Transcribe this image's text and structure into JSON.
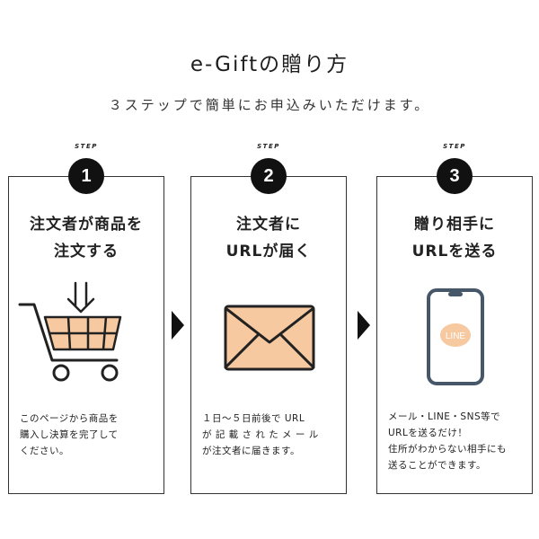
{
  "header": {
    "title": "e-Giftの贈り方",
    "subtitle": "３ステップで簡単にお申込みいただけます。"
  },
  "steps": [
    {
      "step_word": "STEP",
      "number": "1",
      "heading": [
        "注文者が商品を",
        "注文する"
      ],
      "description": [
        "このページから商品を",
        "購入し決算を完了して",
        "ください。"
      ],
      "icon": "shopping-cart-icon"
    },
    {
      "step_word": "STEP",
      "number": "2",
      "heading": [
        "注文者に",
        "URLが届く"
      ],
      "description": [
        "１日～５日前後で URL",
        "が 記 載 さ れ た メ ー ル",
        "が注文者に届きます。"
      ],
      "icon": "envelope-icon"
    },
    {
      "step_word": "STEP",
      "number": "3",
      "heading": [
        "贈り相手に",
        "URLを送る"
      ],
      "description": [
        "メール・LINE・SNS等で",
        "URLを送るだけ！",
        "住所がわからない相手にも",
        "送ることができます。"
      ],
      "icon": "smartphone-icon",
      "phone_label": "LINE"
    }
  ],
  "colors": {
    "accent_fill": "#f6c9a0",
    "dark": "#111111",
    "phone_screen": "#ffffff",
    "phone_frame": "#4a5a6a",
    "line_bubble": "#f6c9a0"
  }
}
